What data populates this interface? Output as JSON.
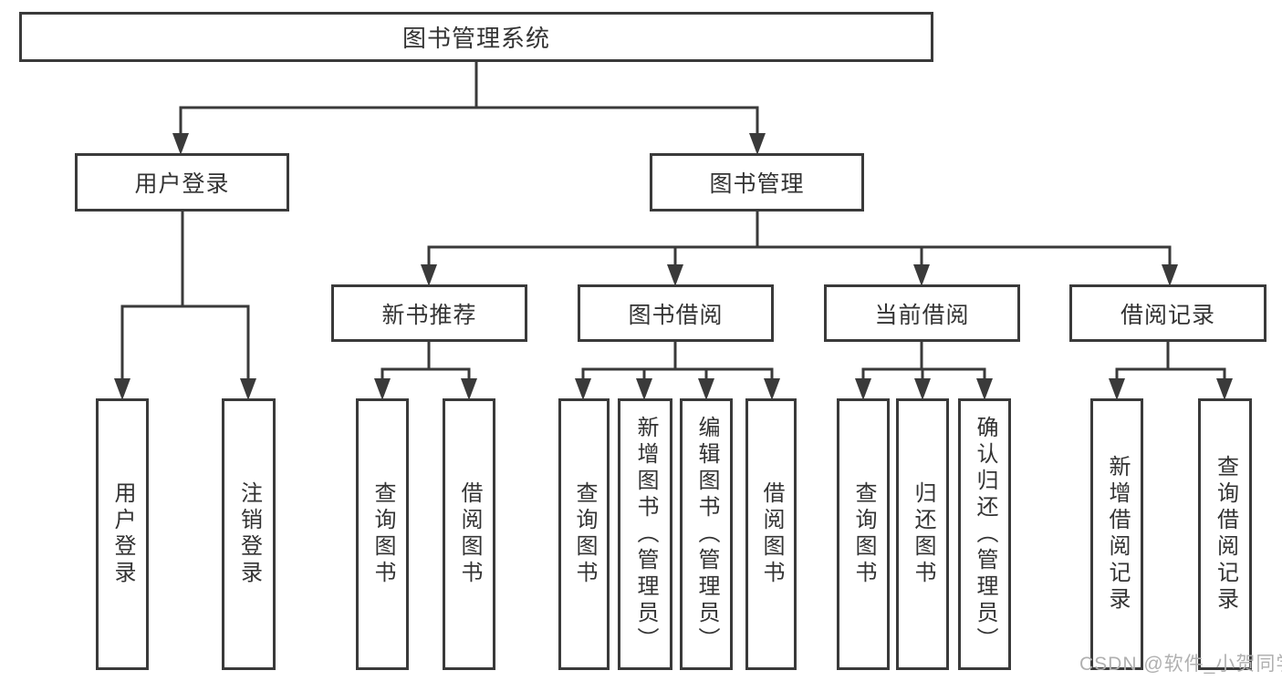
{
  "tree": {
    "root": {
      "label": "图书管理系统"
    },
    "level2": [
      {
        "label": "用户登录",
        "children": [
          {
            "label": "用户登录"
          },
          {
            "label": "注销登录"
          }
        ]
      },
      {
        "label": "图书管理",
        "groups": [
          {
            "label": "新书推荐",
            "children": [
              {
                "label": "查询图书"
              },
              {
                "label": "借阅图书"
              }
            ]
          },
          {
            "label": "图书借阅",
            "children": [
              {
                "label": "查询图书"
              },
              {
                "label": "新增图书（管理员）"
              },
              {
                "label": "编辑图书（管理员）"
              },
              {
                "label": "借阅图书"
              }
            ]
          },
          {
            "label": "当前借阅",
            "children": [
              {
                "label": "查询图书"
              },
              {
                "label": "归还图书"
              },
              {
                "label": "确认归还（管理员）"
              }
            ]
          },
          {
            "label": "借阅记录",
            "children": [
              {
                "label": "新增借阅记录"
              },
              {
                "label": "查询借阅记录"
              }
            ]
          }
        ]
      }
    ]
  },
  "watermark": {
    "text": "CSDN @软件_小贺同学"
  },
  "colors": {
    "line": "#3a3a3a",
    "text": "#333333",
    "background": "#ffffff",
    "watermark": "#b0b0b0"
  }
}
